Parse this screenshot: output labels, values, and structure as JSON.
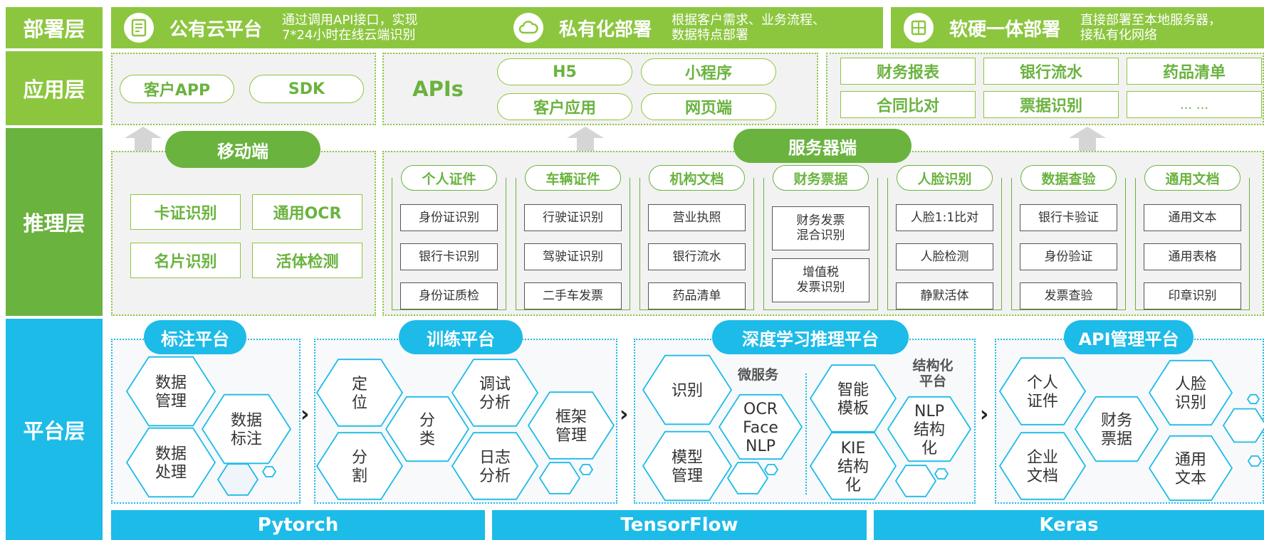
{
  "layers": {
    "deploy": "部署层",
    "app": "应用层",
    "inference": "推理层",
    "platform": "平台层"
  },
  "deploy": [
    {
      "title": "公有云平台",
      "desc1": "通过调用API接口，实现",
      "desc2": "7*24小时在线云端识别"
    },
    {
      "title": "私有化部署",
      "desc1": "根据客户需求、业务流程、",
      "desc2": "数据特点部署"
    },
    {
      "title": "软硬一体部署",
      "desc1": "直接部署至本地服务器，",
      "desc2": "接私有化网络"
    }
  ],
  "app": {
    "mobile": [
      "客户APP",
      "SDK"
    ],
    "apis_label": "APIs",
    "apis": [
      "H5",
      "小程序",
      "客户应用",
      "网页端"
    ],
    "scenarios": [
      "财务报表",
      "银行流水",
      "药品清单",
      "合同比对",
      "票据识别",
      "... ..."
    ]
  },
  "inference": {
    "mobile_title": "移动端",
    "mobile_items": [
      "卡证识别",
      "通用OCR",
      "名片识别",
      "活体检测"
    ],
    "server_title": "服务器端",
    "groups": [
      {
        "head": "个人证件",
        "items": [
          "身份证识别",
          "银行卡识别",
          "身份证质检"
        ]
      },
      {
        "head": "车辆证件",
        "items": [
          "行驶证识别",
          "驾驶证识别",
          "二手车发票"
        ]
      },
      {
        "head": "机构文档",
        "items": [
          "营业执照",
          "银行流水",
          "药品清单"
        ]
      },
      {
        "head": "财务票据",
        "items": [
          "财务发票\n混合识别",
          "增值税\n发票识别"
        ]
      },
      {
        "head": "人脸识别",
        "items": [
          "人脸1:1比对",
          "人脸检测",
          "静默活体"
        ]
      },
      {
        "head": "数据查验",
        "items": [
          "银行卡验证",
          "身份验证",
          "发票查验"
        ]
      },
      {
        "head": "通用文档",
        "items": [
          "通用文本",
          "通用表格",
          "印章识别"
        ]
      }
    ]
  },
  "platform": {
    "annotation": {
      "title": "标注平台",
      "hexes": [
        "数据\n管理",
        "数据\n标注",
        "数据\n处理"
      ]
    },
    "training": {
      "title": "训练平台",
      "hexes": [
        "定\n位",
        "调试\n分析",
        "分\n类",
        "框架\n管理",
        "分\n割",
        "日志\n分析"
      ]
    },
    "inference": {
      "title": "深度学习推理平台",
      "micro": "微服务",
      "structured": "结构化\n平台",
      "hexes": [
        "识别",
        "OCR\nFace\nNLP",
        "模型\n管理",
        "智能\n模板",
        "NLP\n结构\n化",
        "KIE\n结构\n化"
      ]
    },
    "api": {
      "title": "API管理平台",
      "hexes": [
        "个人\n证件",
        "人脸\n识别",
        "财务\n票据",
        "企业\n文档",
        "通用\n文本"
      ]
    }
  },
  "frameworks": [
    "Pytorch",
    "TensorFlow",
    "Keras"
  ],
  "colors": {
    "green_light": "#8cc63f",
    "green_dark": "#6ab33f",
    "cyan": "#1dbbe8"
  }
}
